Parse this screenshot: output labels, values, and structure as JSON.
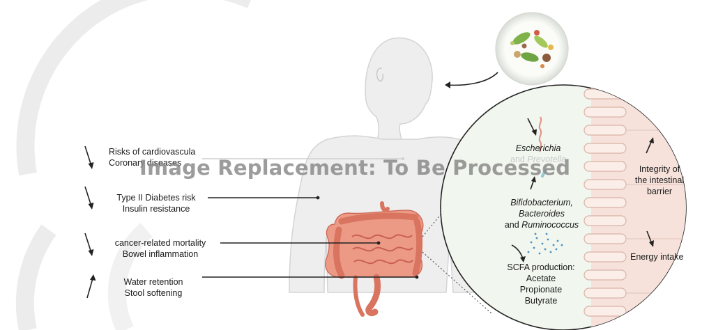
{
  "effects": [
    {
      "id": "cardio",
      "lines": [
        "Risks of cardiovascula",
        "Coronary diseases"
      ],
      "arrow": "down"
    },
    {
      "id": "diabetes",
      "lines": [
        "Type II Diabetes risk",
        "Insulin resistance"
      ],
      "arrow": "down"
    },
    {
      "id": "cancer",
      "lines": [
        "cancer-related mortality",
        "Bowel inflammation"
      ],
      "arrow": "down"
    },
    {
      "id": "stool",
      "lines": [
        "Water retention",
        "Stool softening"
      ],
      "arrow": "up"
    }
  ],
  "gut_panel": {
    "bacteria_1": {
      "name_a": "Escherichia",
      "joiner": "and",
      "name_b": "Prevotella",
      "arrow": "down"
    },
    "bacteria_2": {
      "name_a": "Bifidobacterium,",
      "name_b": "Bacteroides",
      "joiner": "and",
      "name_c": "Ruminococcus",
      "arrow": "up"
    },
    "scfa": {
      "title": "SCFA production:",
      "items": [
        "Acetate",
        "Propionate",
        "Butyrate"
      ]
    },
    "barrier": {
      "lines": [
        "Integrity of",
        "the intestinal",
        "barrier"
      ],
      "arrow": "up"
    },
    "energy": {
      "label": "Energy intake",
      "arrow": "down"
    }
  },
  "watermark": "Image Replacement: To Be Processed",
  "colors": {
    "body_fill": "#eeeeee",
    "body_stroke": "#d2d2d2",
    "gut": "#e8826f",
    "gut_dark": "#c9604f",
    "villi": "#f3d8cf",
    "panel_bg": "#f1f6ee",
    "decor_ring": "#e6e6e6"
  }
}
